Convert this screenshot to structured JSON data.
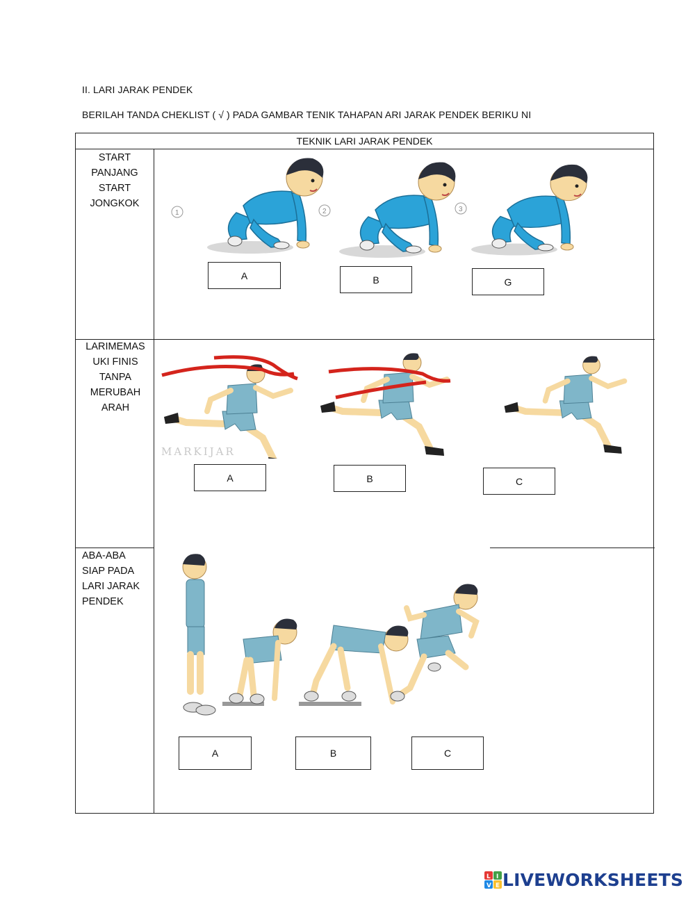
{
  "section_heading": "II. LARI JARAK PENDEK",
  "instruction": "BERILAH TANDA CHEKLIST ( √ ) PADA GAMBAR TENIK TAHAPAN ARI JARAK PENDEK BERIKU NI",
  "table": {
    "title": "TEKNIK LARI JARAK PENDEK",
    "rows": [
      {
        "label_lines": [
          "START",
          "PANJANG",
          "START",
          "JONGKOK"
        ],
        "step_numbers": [
          "1",
          "2",
          "3"
        ],
        "options": [
          "A",
          "B",
          "G"
        ]
      },
      {
        "label_lines": [
          "LARIMEMAS",
          "UKI FINIS",
          "TANPA",
          "MERUBAH",
          "ARAH"
        ],
        "watermark": "MARKIJAR",
        "options": [
          "A",
          "B",
          "C"
        ]
      },
      {
        "label_lines": [
          "ABA-ABA",
          "SIAP PADA",
          "LARI JARAK",
          "PENDEK"
        ],
        "options": [
          "A",
          "B",
          "C"
        ]
      }
    ]
  },
  "brand": {
    "logo_text": "LIVEWORKSHEETS",
    "logo_color": "#1d3f8f",
    "icon_letters": [
      "L",
      "I",
      "V",
      "E"
    ],
    "icon_colors": [
      "#e53935",
      "#43a047",
      "#1e88e5",
      "#fbc02d"
    ]
  },
  "colors": {
    "tracksuit": "#2ba3d8",
    "jersey": "#7fb6c9",
    "skin": "#f6d9a0",
    "hair": "#2b2f3a",
    "ribbon": "#d4241c"
  }
}
